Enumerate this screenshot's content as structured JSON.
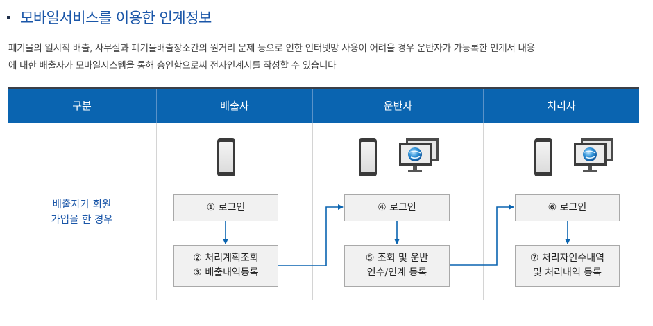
{
  "header": {
    "title": "모바일서비스를 이용한 인계정보"
  },
  "description": {
    "line1": "폐기물의 일시적 배출, 사무실과 폐기물배출장소간의 원거리 문제 등으로 인한 인터넷망 사용이 어려울 경우 운반자가 가등록한 인계서 내용",
    "line2": "에 대한 배출자가 모바일시스템을 통해 승인함으로써 전자인계서를 작성할 수 있습니다"
  },
  "table": {
    "headers": [
      "구분",
      "배출자",
      "운반자",
      "처리자"
    ],
    "row_label": {
      "line1": "배출자가 회원",
      "line2": "가입을 한 경우"
    }
  },
  "steps": {
    "discharger": [
      {
        "line1": "① 로그인",
        "line2": ""
      },
      {
        "line1": "② 처리계획조회",
        "line2": "③ 배출내역등록"
      }
    ],
    "transporter": [
      {
        "line1": "④ 로그인",
        "line2": ""
      },
      {
        "line1": "⑤ 조회 및 운반",
        "line2": "인수/인계 등록"
      }
    ],
    "processor": [
      {
        "line1": "⑥ 로그인",
        "line2": ""
      },
      {
        "line1": "⑦ 처리자인수내역",
        "line2": "및 처리내역 등록"
      }
    ]
  },
  "icons": {
    "discharger": [
      "smartphone-icon"
    ],
    "transporter": [
      "smartphone-icon",
      "computer-monitors-icon"
    ],
    "processor": [
      "smartphone-icon",
      "computer-monitors-icon"
    ]
  },
  "colors": {
    "accent": "#1a56a8",
    "header_bg": "#0a64b0",
    "arrow": "#0a64b0",
    "box_bg": "#f1f1f1"
  }
}
